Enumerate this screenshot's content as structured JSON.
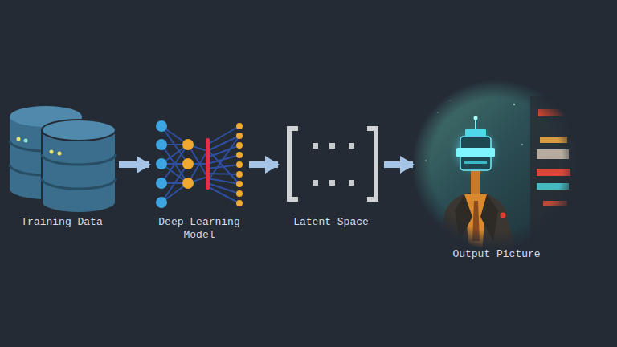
{
  "diagram": {
    "nodes": [
      {
        "text": [
          "Training Data"
        ]
      },
      {
        "text": [
          "Deep Learning Model"
        ]
      },
      {
        "text": [
          "Latent Space"
        ]
      },
      {
        "text": [
          "Output Picture"
        ]
      }
    ],
    "edges": [
      {
        "from": 0,
        "to": 1,
        "arrow": "to"
      },
      {
        "from": 1,
        "to": 2,
        "arrow": "to"
      },
      {
        "from": 2,
        "to": 3,
        "arrow": "to"
      }
    ]
  }
}
